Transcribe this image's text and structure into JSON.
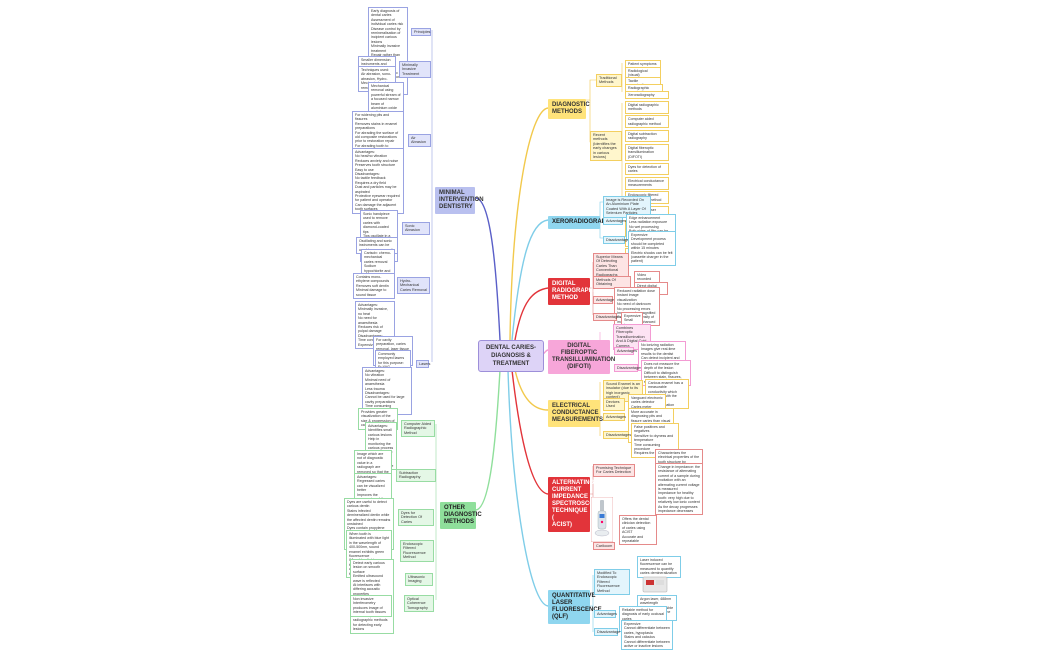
{
  "center": {
    "title": "DENTAL CARIES-\nDIAGNOSIS &\nTREATMENT"
  },
  "branches": {
    "diagnostic": {
      "title": "DIAGNOSTIC\nMETHODS",
      "traditional": {
        "label": "Traditional Methods",
        "items": [
          "Patient symptoms",
          "Radiological (visual) examination",
          "Tactile examination",
          "Radiographic examination"
        ]
      },
      "recent": {
        "label": "Recent methods (Identifies the early changes in carious lesions)",
        "items": [
          "Xeroradiography",
          "Digital radiographic methods",
          "Computer aided radiographic method",
          "Digital subtraction radiography",
          "Digital fiberoptic transillumination (DIFOTI)",
          "Dyes for detection of caries",
          "Electrical conductance measurements",
          "Endoscopic filtered fluorescence method",
          "Quantitative laser fluorescence",
          "Alternating current impedance spectroscopy (ACIST)",
          "Ultrasonic imaging",
          "Optical coherence tomography (OCT)"
        ]
      }
    },
    "xero": {
      "title": "XERORADIOGRAPHY",
      "intro": "Image is Recorded On An Aluminium Plate Coated With A Layer Of Selenium Particles",
      "adv_label": "Advantages",
      "adv": "Edge enhancement\nLess radiation exposure\nNo wet processing\nBoth sides of film can be visualized",
      "dis_label": "Disadvantage",
      "dis": "Expensive\nDevelopment process should be completed within 15 minutes\nElectric shocks can be felt\n(cassette charger in the patient)"
    },
    "digital": {
      "title": "DIGITAL\nRADIOGRAPHIC\nMETHOD",
      "intro": "Superior Means Of Detecting Caries Than Conventional Radiographs",
      "methods_label": "Methods Of Obtaining",
      "methods": [
        "Video recorded radiographs",
        "Direct digital radiograph"
      ],
      "adv_label": "Advantages",
      "adv": "Reduced radiation dose\nInstant image visualization\nNo need of darkroom\nNo processing errors\nImage can be magnified\nContrast and density of image can be enhanced",
      "dis_label": "Disadvantages",
      "dis": "Expensive\nSmall image area"
    },
    "difoti": {
      "title": "DIGITAL FIBEROPTIC\nTRANSILLUMINATION\n(DIFOTI)",
      "intro": "Combines Fiberoptic Transillumination And A Digital Cold Camera",
      "adv_label": "Advantages",
      "adv": "No ionizing radiation\nImages give real-time results to the dentist\nCan detect incipient and recurrent caries very early\nNon invasive",
      "dis_label": "Disadvantages",
      "dis": "Does not measure the depth of the lesion\nDifficult to distinguish between stain, fissures, stain and dentin caries"
    },
    "ecm": {
      "title": "ELECTRICAL\nCONDUCTANCE\nMEASUREMENTS",
      "intro": "Sound Enamel is an insulator (due to its high inorganic content)",
      "intro_leaf": "Carious enamel has a measurable conductivity which increases with the degree of demineralization",
      "device_label": "Devices Used",
      "device": "Vanguard electronic caries detector\nCaries meter",
      "adv_label": "Advantages",
      "adv": "More accurate in diagnosing pits and fissure caries than visual methods\nRepeatable on-site\nCan monitor the progress of caries",
      "dis_label": "Disadvantages",
      "dis": "False positives and negatives\nSensitive to dryness and temperature\nTime consuming procedure\nRequires the use of probe"
    },
    "acist": {
      "title": "ALTERNATING\nCURRENT\nIMPEDANCE\nSPECTROSCOPY\nTECHNIQUE (\nACIST)",
      "intro": "Promising Technique For Caries Detection",
      "leaf1": "Characterizes the electrical properties of the tooth structure by scanning and take frequencies of alternating current",
      "leaf2": "Change in impedance: the resistance of alternating current of a sample during excitation with an alternating current voltage is measured\nImpedance for healthy tooth: very high due to relatively low ionic content\nAs the decay progresses impedance decreases",
      "device_caption": "Carikoom",
      "device_leaf": "Offers the dental clinician detection of caries using ACIST\nAccurate and repeatable"
    },
    "qlf": {
      "title": "QUANTITATIVE\nLASER\nFLUORESCENCE\n(QLF)",
      "intro": "Modified To Endoscopic Filtered Fluorescence Method",
      "intro_leaf1": "Laser induced fluorescence can be measured to quantify caries demineralization",
      "intro_leaf2": "Argon laser, 488nm wavelength\nDIAGNOdent: visible fluorescence of the dental tissue",
      "adv_label": "Advantages",
      "adv": "Reliable method for diagnosis of early occlusal caries\nSensitive and accurate method",
      "dis_label": "Disadvantage",
      "dis": "Expensive\nCannot differentiate between caries, hypoplasia\nStains and calculus\nCannot differentiate between active or inactive lesions"
    },
    "mid": {
      "title": "MINIMAL\nINTERVENTION\nDENTISTRY",
      "principles_label": "Principles",
      "principles": "Early diagnosis of dental caries\nAssessment of individual caries risk\nDisease control by remineralisation of incipient carious lesions\nMinimally invasive treatment\nRepair rather than replacement of defective restorations\nPeriodic recall to assess the outcomes of caries management strategies",
      "mit_label": "Minimally Invasive Treatment",
      "mit_leaf1": "Smaller dimension instruments and equipment",
      "mit_leaf2": "Techniques used: Air abrasion, sono-abrasion, Hydro-Mechanical caries removal, lasers",
      "air_label": "Air Abrasion",
      "air_leaf1": "Mechanical removal using powerful stream of a focused narrow beam of aluminium oxide particles\nParticle sizes: 25-50 microns\nPressures: 40-160 psi\nCuts enamel, dentin and composite effectively",
      "air_leaf2": "For widening pits and fissures\nRemoves stains in enamel preparations\nFor abrading the surface of old composite restorations prior to restoration repair\nFor abrading tooth to roughen and prepare for bonding\nContraindications:\nAmalgam cavity preparations as for resin restorations\nBulky or vessel preparations",
      "air_leaf3": "Advantages:\nNo heat/no vibration\nReduces anxiety and noise\nPreserves tooth structure\nEasy to use\nDisadvantages:\nNo tactile feedback\nRequires a dry field\nDust and particles may be aspirated\nProtective eyewear required for patient and operator\nCan damage the adjacent tooth surfaces",
      "sono_label": "Sonic Abrasion",
      "sono_leaf1": "Sonic handpiece used to remove caries with diamond-coated tips\nTips oscillate in a single direction\nPrecise preparation of proximal lesions without damaging the adjacent tooth",
      "sono_leaf2": "Oscillating and sonic instruments can be used to prepare cavity",
      "hmc_label": "Hydro-Mechanical Caries Removal",
      "hmc_leaf1": "Carisolv: chemo-mechanical caries removal\nSodium hypochlorite and amino acids\nSoftens carious dentin\nGel applied to cavity",
      "hmc_leaf2": "Contains mono-ethylene compounds\nRemoves soft dentin\nMinimal damage to sound tissue",
      "hmc_leaf3": "Advantages:\nMinimally invasive, no heat\nNo need for anaesthesia\nReduces risk of pulpal damage\nDisadvantages:\nTime consuming\nExpensive",
      "laser_label": "Lasers",
      "laser_leaf1": "For cavity preparation, caries removal, laser tissue to the tooth surface and the carious dentin is ablated",
      "laser_leaf2": "Commonly employed lasers for this purpose:\nEr:YAG, Er,Cr:YSGG",
      "laser_leaf3": "Advantages:\nNo vibration\nMinimal need of anaesthesia\nLess trauma\nDisadvantages:\nCannot be used for large cavity preparations\nTime consuming\nExpensive"
    },
    "other": {
      "title": "OTHER\nDIAGNOSTIC\nMETHODS",
      "cad_label": "Computer Aided Radiographic Method",
      "cad_leaf1": "Provides greater visualization of the size & progression of carious lesion",
      "cad_leaf2": "Advantages:\nIdentifies small carious lesions\nHelp in monitoring the carious process\nDisadvantages:\nTime consuming\nMore expensive",
      "dsr_label": "Subtraction Radiography",
      "dsr_leaf1": "Image which are not of diagnostic value in a radiograph are removed so that the change in the radiograph can be precisely detected",
      "dsr_leaf2": "Advantages:\nRegressed caries can be visualized better\nImproves the progression of the lesions\nDisadvantages:\nExpensive",
      "dyes_label": "Dyes for Detection Of Caries",
      "dyes_leaf": "Dyes are useful to detect carious dentin\nStains infected demineralized dentin while the affected dentin remains unstained\nDyes contain propylene glycol to be acid sensitive\n1% acid red dye in propylene glycol\nCommonly used",
      "eff_label": "Endoscopic Filtered Fluorescence Method",
      "eff_leaf": "When tooth is illuminated with blue light in the wavelength of 400-500nm, sound enamel exhibits green fluorescence\nWhen blue light passes through a filter, carious areas appear darker than sound areas",
      "us_label": "Ultrasonic Imaging",
      "us_leaf": "Detect early carious lesion on smooth surface\nEmitted ultrasound wave is reflected\nAt interfaces with differing acoustic properties\nContrast between tissues of higher amplitudes\nMay be more sensitive than visual, tactile or radiographic methods for detecting early lesions",
      "oct_label": "Optical Coherence Tomography",
      "oct_leaf": "Non invasive\nInterferometry produces image of internal tooth tissues"
    }
  },
  "colors": {
    "yellow": "#ffe37a",
    "blue": "#8fd6ef",
    "red": "#e2343a",
    "pink": "#f7a6d9",
    "violet": "#b9c0ef",
    "green": "#8fdf9b",
    "center": "#ddd3f7"
  }
}
